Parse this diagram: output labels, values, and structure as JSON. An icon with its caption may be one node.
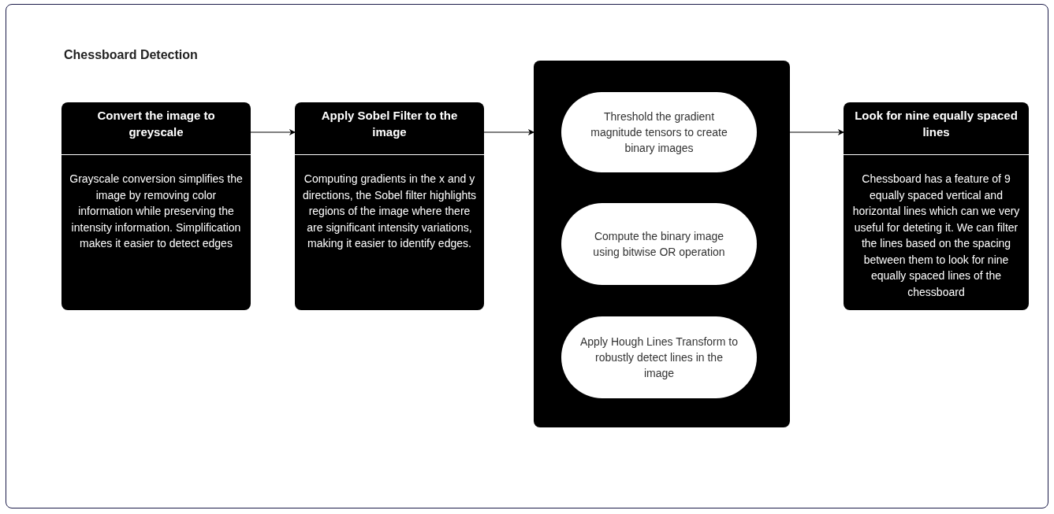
{
  "diagram": {
    "title": "Chessboard Detection",
    "nodes": [
      {
        "text": [
          "Convert the image to greyscale",
          "Grayscale conversion simplifies the image by removing color information while preserving the intensity information. Simplification makes it easier to detect edges"
        ]
      },
      {
        "text": [
          "Apply Sobel Filter to the image",
          "Computing gradients in the x and y directions, the Sobel filter highlights regions of the image where there are significant intensity variations, making it easier to identify edges."
        ]
      },
      {
        "text": [],
        "shape": "box"
      },
      {
        "text": [
          "Threshold the gradient magnitude tensors to create binary images"
        ],
        "in": 2
      },
      {
        "text": [
          "Compute the binary image using bitwise OR operation"
        ],
        "in": 2
      },
      {
        "text": [
          "Apply Hough Lines Transform to robustly detect lines in the image"
        ],
        "in": 2
      },
      {
        "text": [
          "Look for nine equally spaced lines",
          "Chessboard has a feature of 9 equally spaced vertical and horizontal lines which can we very useful for deteting it. We can filter the lines based on the spacing between them to look for nine equally spaced lines of the chessboard"
        ]
      }
    ],
    "edges": [
      {
        "from": 0,
        "to": 1,
        "arrow": "to"
      },
      {
        "from": 1,
        "to": 2,
        "arrow": "to"
      },
      {
        "from": 2,
        "to": 6,
        "arrow": "to"
      }
    ]
  }
}
